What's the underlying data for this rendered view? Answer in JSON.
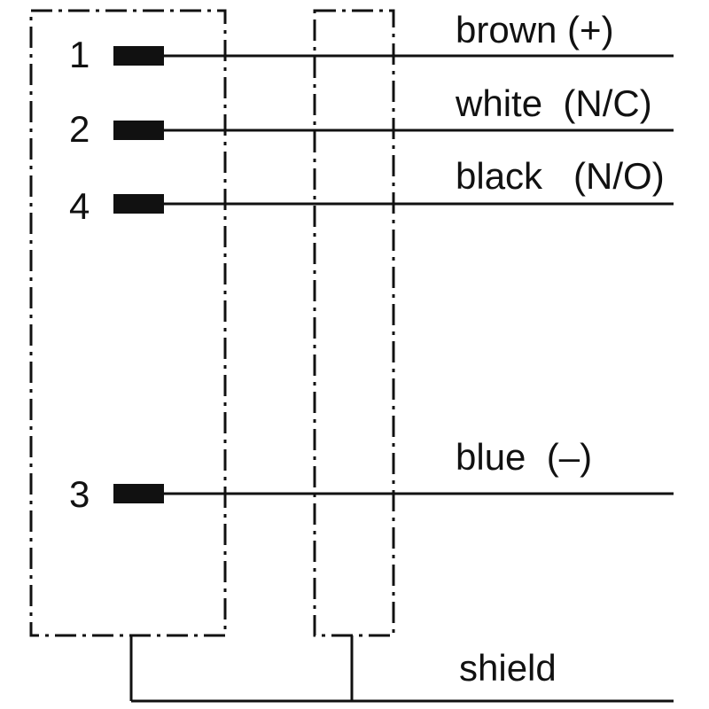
{
  "diagram": {
    "pins": [
      {
        "number": "1",
        "wire_label": "brown (+)"
      },
      {
        "number": "2",
        "wire_label": "white  (N/C)"
      },
      {
        "number": "4",
        "wire_label": "black   (N/O)"
      },
      {
        "number": "3",
        "wire_label": "blue  (–)"
      }
    ],
    "shield_label": "shield",
    "colors": {
      "line": "#111111",
      "background": "#ffffff"
    }
  }
}
